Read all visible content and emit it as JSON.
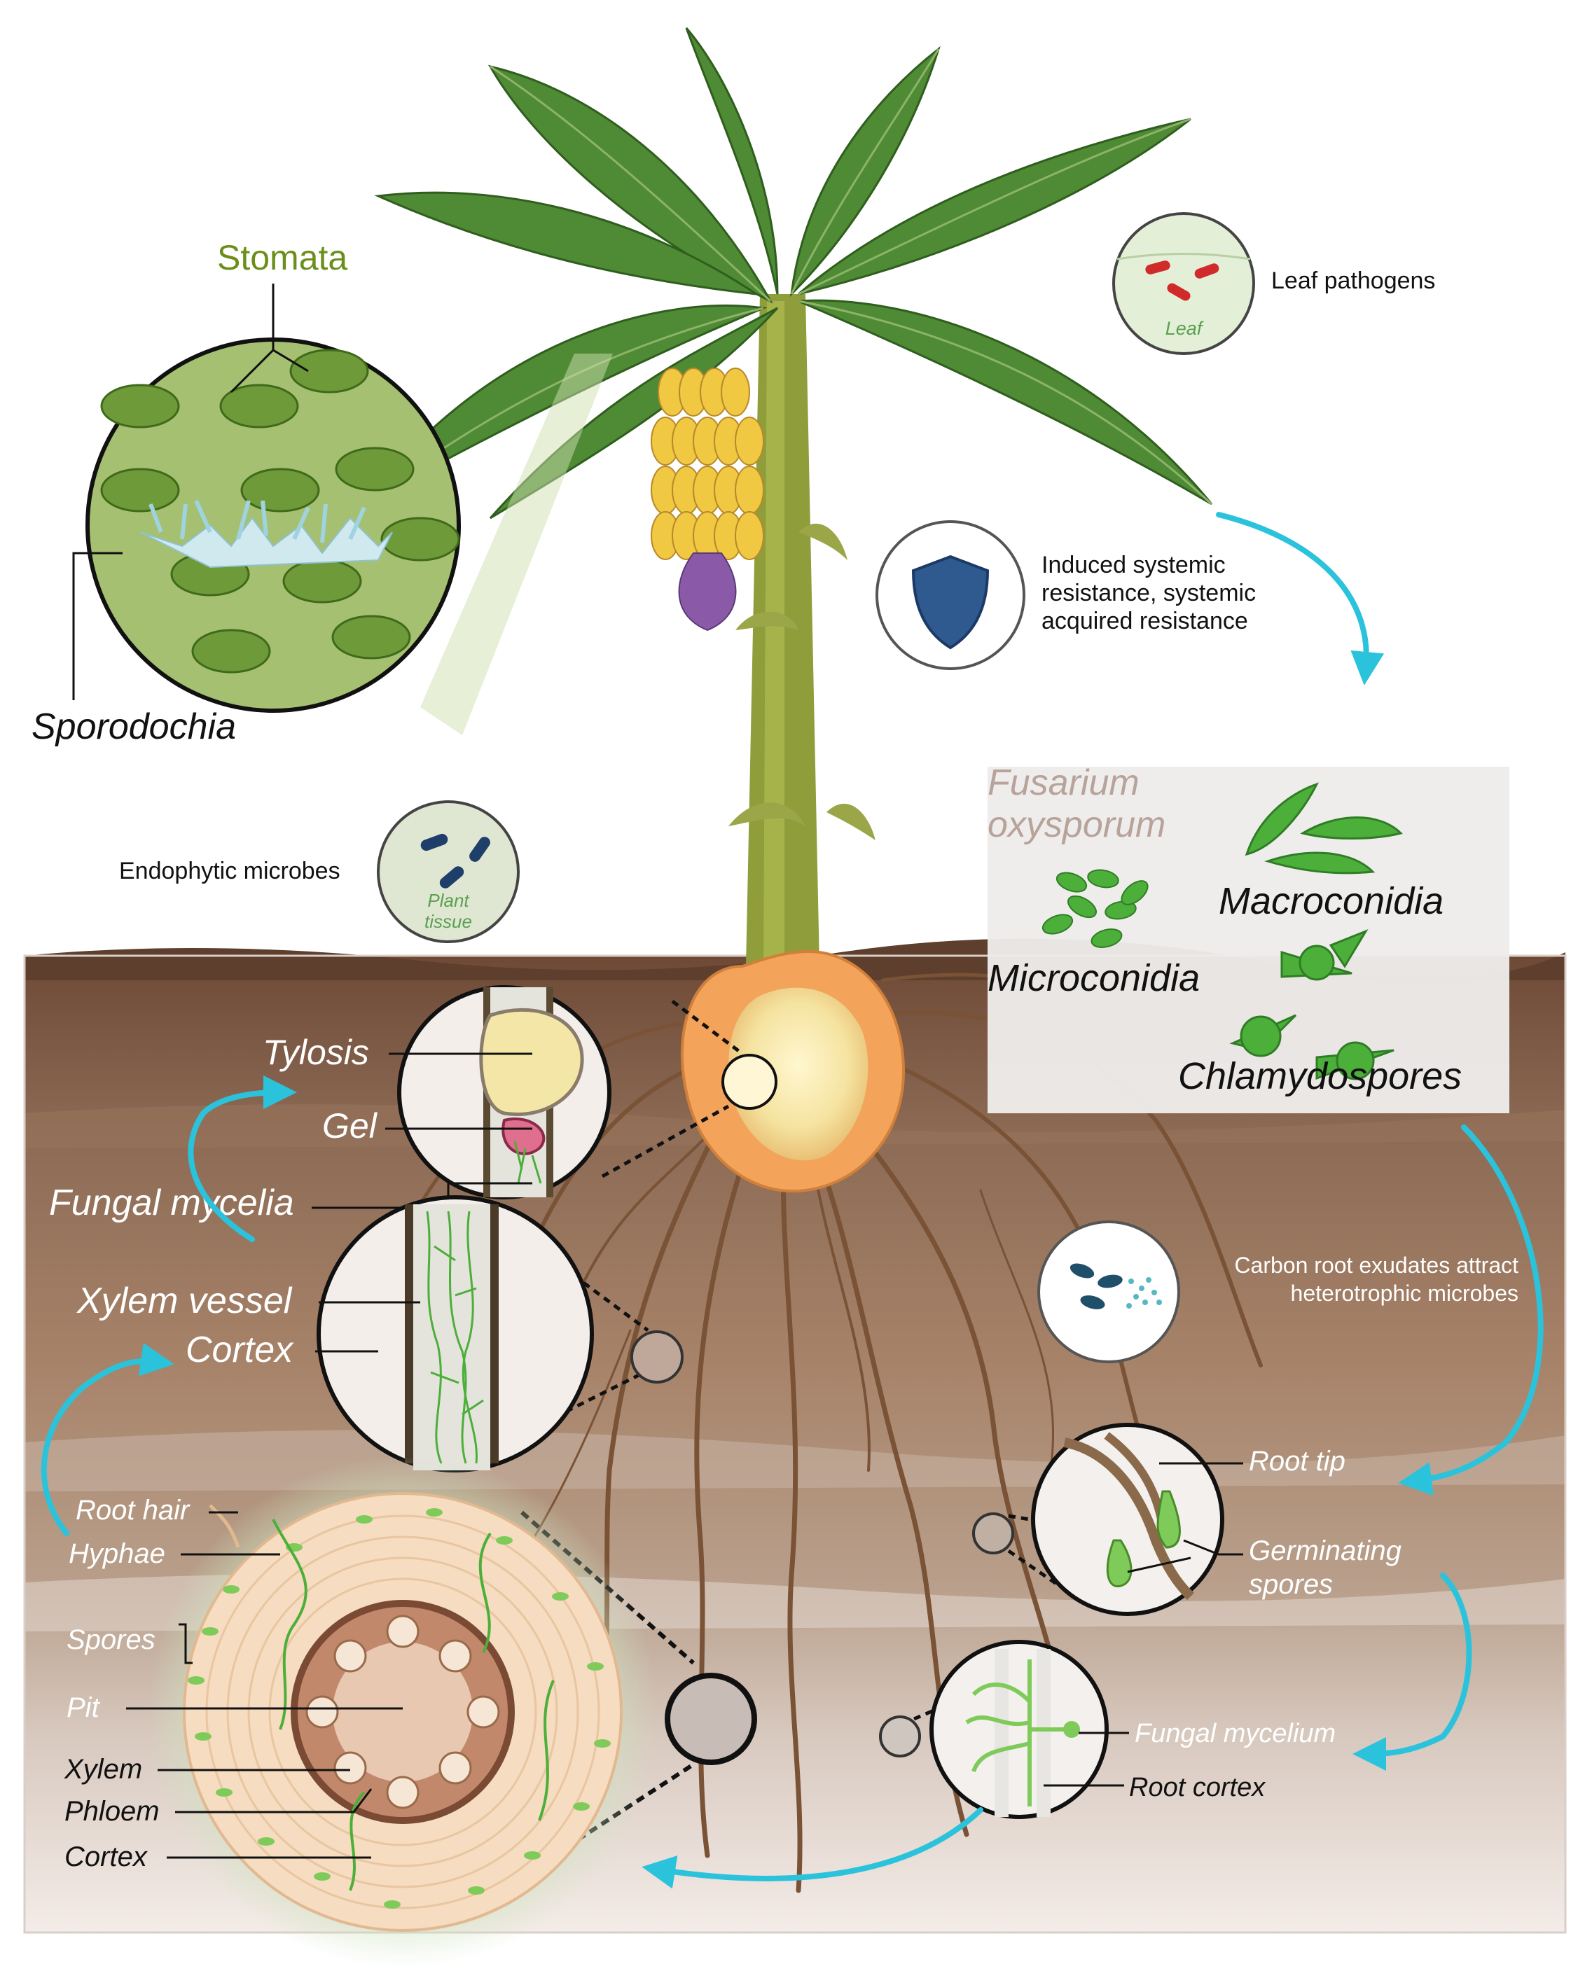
{
  "leaf_inset": {
    "title": "Stomata",
    "sporodochia_label": "Sporodochia"
  },
  "leaf_pathogens": {
    "label": "Leaf pathogens",
    "circle_text": "Leaf"
  },
  "resistance": {
    "lines": [
      "Induced systemic",
      "resistance, systemic",
      "acquired resistance"
    ]
  },
  "endophytes": {
    "label": "Endophytic microbes",
    "circle_lines": [
      "Plant",
      "tissue"
    ]
  },
  "fusarium_box": {
    "name_lines": [
      "Fusarium",
      "oxysporum"
    ],
    "macroconidia": "Macroconidia",
    "microconidia": "Microconidia",
    "chlamydospores": "Chlamydospores"
  },
  "xylem_inset": {
    "tylosis": "Tylosis",
    "gel": "Gel",
    "fungal_mycelia": "Fungal mycelia",
    "xylem_vessel": "Xylem vessel",
    "cortex": "Cortex"
  },
  "exudates": {
    "lines": [
      "Carbon root exudates attract",
      "heterotrophic microbes"
    ]
  },
  "root_tip_inset": {
    "root_tip": "Root tip",
    "germinating_spores_lines": [
      "Germinating",
      "spores"
    ]
  },
  "cross_section": {
    "root_hair": "Root hair",
    "hyphae": "Hyphae",
    "spores": "Spores",
    "pit": "Pit",
    "xylem": "Xylem",
    "phloem": "Phloem",
    "cortex": "Cortex"
  },
  "mycelium_inset": {
    "fungal_mycelium": "Fungal mycelium",
    "root_cortex": "Root cortex"
  },
  "colors": {
    "stomata_green": "#6b8f1a",
    "arrow_cyan": "#2bc3dc",
    "fusarium_text": "#b7a39a",
    "fungus_green": "#4caf3a",
    "shield_blue": "#2f5a8f"
  }
}
